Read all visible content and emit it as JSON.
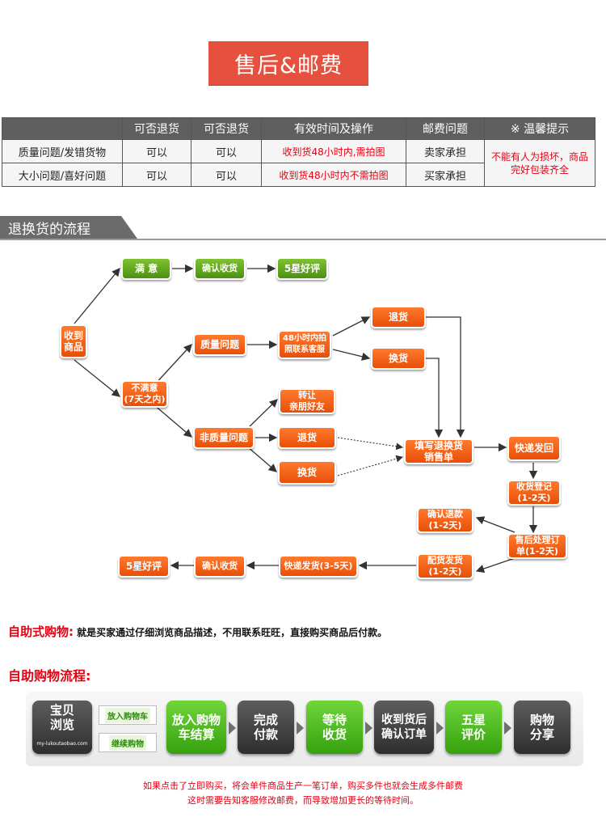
{
  "banner": {
    "title": "售后&邮费"
  },
  "policy": {
    "headers": [
      "",
      "可否退货",
      "可否退货",
      "有效时间及操作",
      "邮费问题",
      "※ 温馨提示"
    ],
    "rows": [
      {
        "label": "质量问题/发错货物",
        "col1": "可以",
        "col2": "可以",
        "time": "收到货48小时内,需拍图",
        "postage": "卖家承担"
      },
      {
        "label": "大小问题/喜好问题",
        "col1": "可以",
        "col2": "可以",
        "time": "收到货48小时内不需拍图",
        "postage": "买家承担"
      }
    ],
    "tip": "不能有人为损坏，商品完好包装齐全"
  },
  "flow": {
    "section_title": "退换货的流程",
    "nodes": {
      "received": "收到商品",
      "satisfied": "满 意",
      "confirm_top": "确认收货",
      "five_star_top": "5星好评",
      "unsatisfied": "不满意\n(7天之内)",
      "quality": "质量问题",
      "within48": "48小时内拍\n照联系客服",
      "return_top": "退货",
      "exchange_top": "换货",
      "transfer": "转让\n亲朋好友",
      "nonquality": "非质量问题",
      "return_mid": "退货",
      "exchange_mid": "换货",
      "fill_form": "填写退换货\n销售单",
      "express_send": "快递发回",
      "register": "收货登记\n(1-2天)",
      "confirm_refund": "确认退款\n(1-2天)",
      "after_sale": "售后处理订\n单(1-2天)",
      "ship": "配货发货\n(1-2天)",
      "express_ship": "快递发货(3-5天)",
      "confirm_bottom": "确认收货",
      "five_star_bottom": "5星好评"
    }
  },
  "self_service": {
    "label": "自助式购物:",
    "desc": "就是买家通过仔细浏览商品描述，不用联系旺旺，直接购买商品后付款。",
    "flow_title": "自助购物流程:"
  },
  "strip": {
    "steps": [
      "宝贝\n浏览",
      "放入购物\n车结算",
      "完成\n付款",
      "等待\n收货",
      "收到货后\n确认订单",
      "五星\n评价",
      "购物\n分享"
    ],
    "site": "my-lukoutaobao.com",
    "add_cart": "放入购物车",
    "continue": "继续购物"
  },
  "note": {
    "line1": "如果点击了立即购买，将会单件商品生产一笔订单，购买多件也就会生成多件邮费",
    "line2": "这时需要告知客服修改邮费，而导致增加更长的等待时间。"
  },
  "colors": {
    "orange": "#f26a1b",
    "green": "#6aac24",
    "red": "#e60012",
    "banner": "#e6513f"
  }
}
